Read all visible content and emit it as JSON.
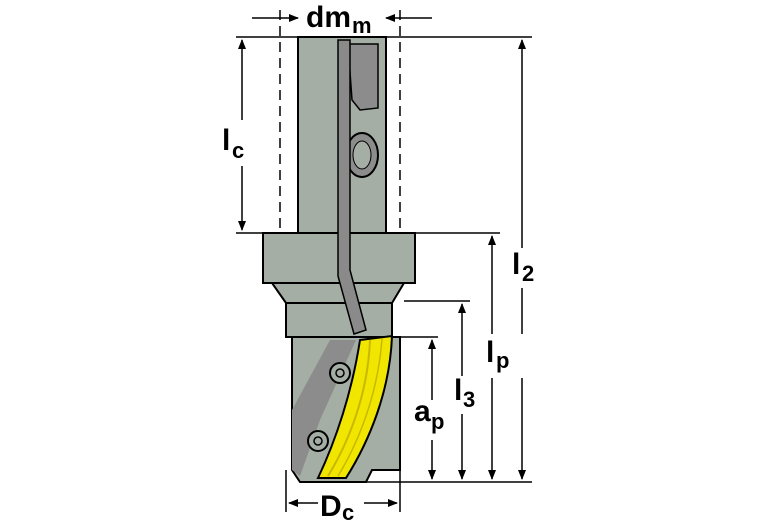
{
  "diagram": {
    "colors": {
      "body": "#a5aea4",
      "shade": "#8c8c8c",
      "coolant": "#8a8a8a",
      "insert": "#f0e600",
      "insert_dark": "#c9b800",
      "line": "#000000",
      "background": "#ffffff"
    },
    "labels": {
      "dm": {
        "main": "dm",
        "sub": "m"
      },
      "lc": {
        "main": "l",
        "sub": "c"
      },
      "l2": {
        "main": "l",
        "sub": "2"
      },
      "lp": {
        "main": "l",
        "sub": "p"
      },
      "l3": {
        "main": "l",
        "sub": "3"
      },
      "ap": {
        "main": "a",
        "sub": "p"
      },
      "dc": {
        "main": "D",
        "sub": "c"
      }
    }
  }
}
